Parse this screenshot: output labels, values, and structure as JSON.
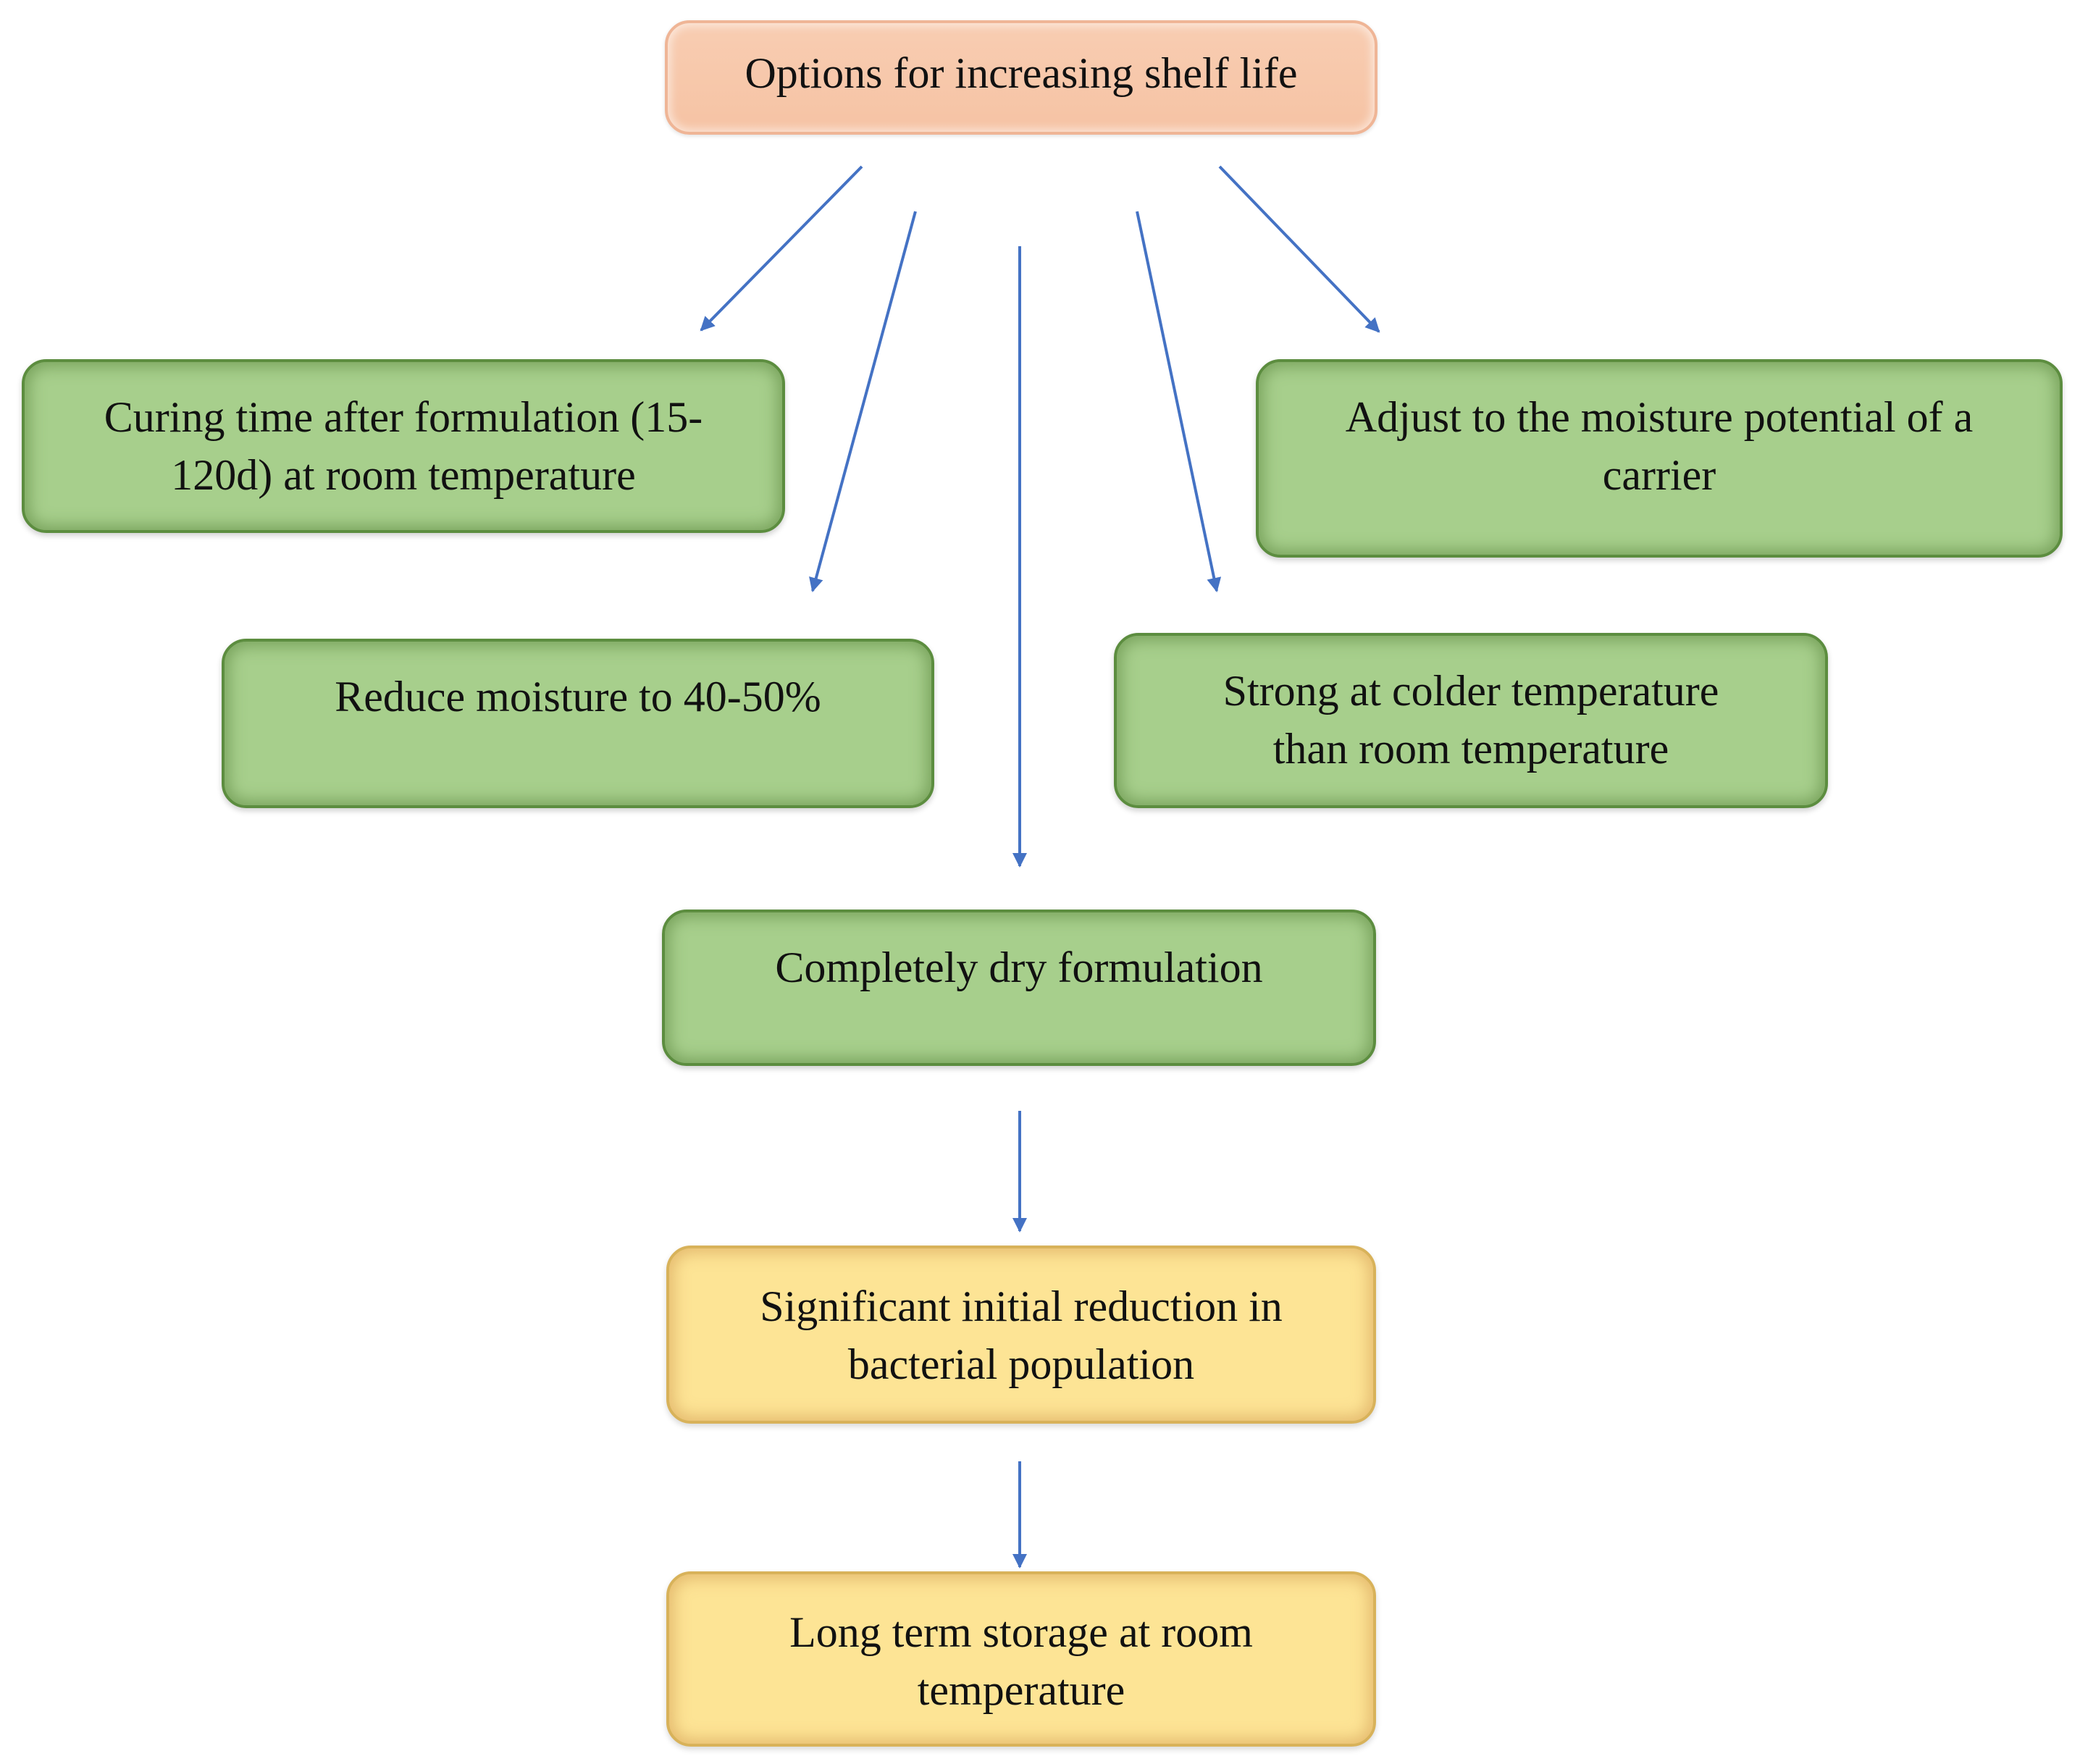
{
  "diagram": {
    "root": {
      "text": "Options for increasing shelf life"
    },
    "options": [
      {
        "id": "curing",
        "lines": [
          "Curing time after formulation (15-",
          "120d) at room temperature"
        ]
      },
      {
        "id": "reduce",
        "lines": [
          "Reduce moisture to 40-50%"
        ]
      },
      {
        "id": "dry",
        "lines": [
          "Completely dry formulation"
        ]
      },
      {
        "id": "strong",
        "lines": [
          "Strong at colder temperature",
          "than room temperature"
        ]
      },
      {
        "id": "adjust",
        "lines": [
          "Adjust to the moisture potential of a",
          "carrier"
        ]
      }
    ],
    "outcomes": [
      {
        "id": "signif",
        "lines": [
          "Significant initial reduction in",
          "bacterial population"
        ]
      },
      {
        "id": "long",
        "lines": [
          "Long term storage at room",
          "temperature"
        ]
      }
    ],
    "edges": [
      {
        "from": "root",
        "to": "curing"
      },
      {
        "from": "root",
        "to": "reduce"
      },
      {
        "from": "root",
        "to": "dry"
      },
      {
        "from": "root",
        "to": "strong"
      },
      {
        "from": "root",
        "to": "adjust"
      },
      {
        "from": "dry",
        "to": "signif"
      },
      {
        "from": "signif",
        "to": "long"
      }
    ],
    "colors": {
      "arrow": "#4472c4",
      "root_fill": "#f8cbad",
      "option_fill": "#a9d08e",
      "outcome_fill": "#ffe699"
    }
  }
}
